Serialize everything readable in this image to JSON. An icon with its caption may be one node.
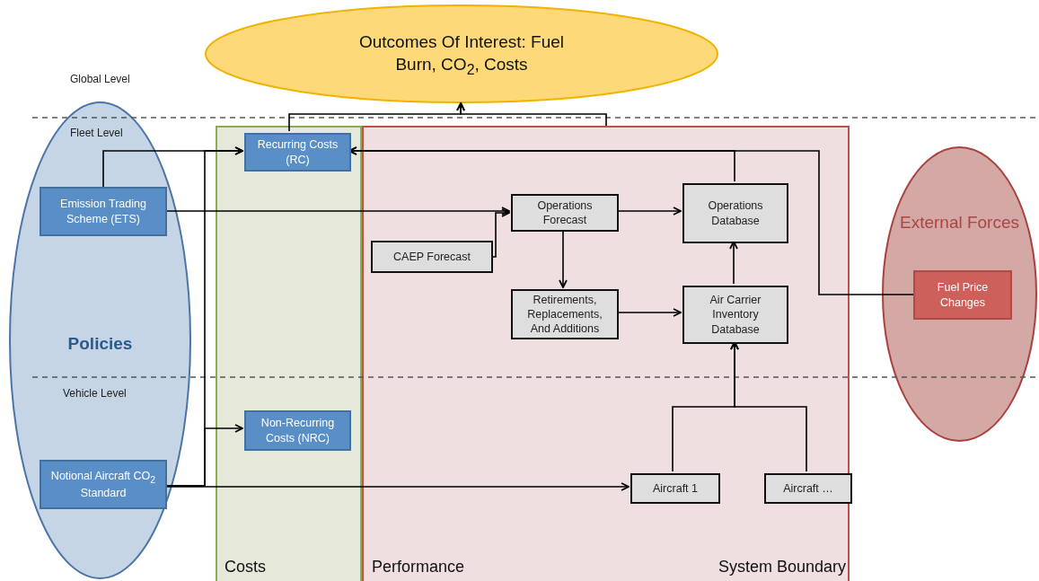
{
  "diagram": {
    "nodes": [
      {
        "text": [
          "Outcomes Of Interest: Fuel Burn, CO$_{2}$, Costs"
        ]
      },
      {
        "text": [
          "Policies"
        ]
      },
      {
        "text": [
          "Emission Trading Scheme (ETS)"
        ],
        "in": 1
      },
      {
        "text": [
          "Notional Aircraft CO$_{2}$ Standard"
        ],
        "in": 1
      },
      {
        "text": [
          "Costs"
        ]
      },
      {
        "text": [
          "Recurring Costs (RC)"
        ],
        "in": 4
      },
      {
        "text": [
          "Non-Recurring Costs (NRC)"
        ],
        "in": 4
      },
      {
        "text": [
          "Performance",
          "System Boundary"
        ]
      },
      {
        "text": [
          "Operations Forecast"
        ],
        "in": 7
      },
      {
        "text": [
          "CAEP Forecast"
        ],
        "in": 7
      },
      {
        "text": [
          "Operations Database"
        ],
        "in": 7
      },
      {
        "text": [
          "Retirements, Replacements, And Additions"
        ],
        "in": 7
      },
      {
        "text": [
          "Air Carrier Inventory Database"
        ],
        "in": 7
      },
      {
        "text": [
          "Aircraft 1"
        ],
        "in": 7
      },
      {
        "text": [
          "Aircraft …"
        ],
        "in": 7
      },
      {
        "text": [
          "External Forces"
        ]
      },
      {
        "text": [
          "Fuel Price Changes"
        ],
        "in": 15
      }
    ],
    "edges": [
      {
        "from": 2,
        "to": 5,
        "arrow": "to"
      },
      {
        "from": 2,
        "to": 8,
        "arrow": "to"
      },
      {
        "from": 3,
        "to": 5,
        "arrow": "to"
      },
      {
        "from": 3,
        "to": 6,
        "arrow": "to"
      },
      {
        "from": 3,
        "to": 13,
        "arrow": "to"
      },
      {
        "from": 9,
        "to": 8,
        "arrow": "to"
      },
      {
        "from": 8,
        "to": 10,
        "arrow": "to"
      },
      {
        "from": 8,
        "to": 11,
        "arrow": "to"
      },
      {
        "from": 11,
        "to": 12,
        "arrow": "to"
      },
      {
        "from": 12,
        "to": 10,
        "arrow": "to"
      },
      {
        "from": 13,
        "to": 12,
        "arrow": "to"
      },
      {
        "from": 14,
        "to": 12,
        "arrow": "to"
      },
      {
        "from": 10,
        "to": 5,
        "arrow": "to"
      },
      {
        "from": 16,
        "to": 5,
        "arrow": "to"
      },
      {
        "from": 5,
        "to": 0,
        "arrow": "to"
      },
      {
        "from": 7,
        "to": 0,
        "arrow": "to"
      }
    ],
    "labels": [
      "Global Level",
      "Fleet Level",
      "Vehicle Level"
    ]
  }
}
